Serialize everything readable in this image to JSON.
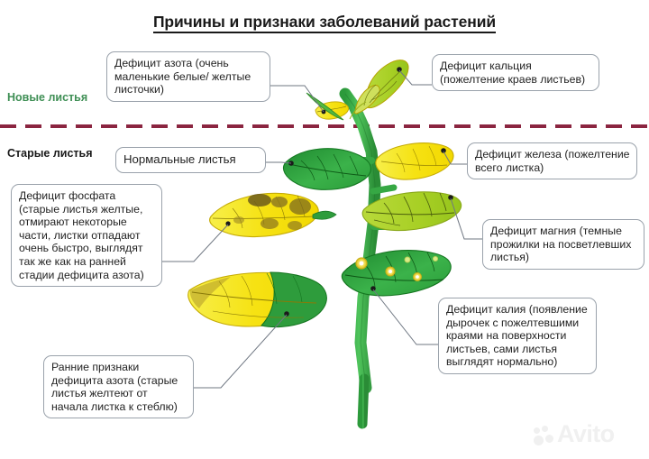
{
  "title": "Причины и признаки заболеваний растений",
  "sections": {
    "new_leaves_label": "Новые листья",
    "old_leaves_label": "Старые листья"
  },
  "colors": {
    "new_leaves_label": "#3f8f55",
    "old_leaves_label": "#1a1a1a",
    "divider": "#8b2540",
    "callout_border": "#9aa2ab",
    "stem_green": "#35a845",
    "leaf_dark_green": "#2e9c3c",
    "leaf_yellow": "#f5e010",
    "leaf_chartreuse": "#aad02a",
    "leaf_necrosis_brown": "#7d6b1f",
    "watermark": "#f0f0f0"
  },
  "callouts": {
    "nitrogen_new": "Дефицит азота (очень маленькие белые/ желтые листочки)",
    "calcium": "Дефицит кальция (пожелтение краев листьев)",
    "normal": "Нормальные листья",
    "iron": "Дефицит железа (пожелтение всего листка)",
    "phosphate": "Дефицит фосфата (старые листья желтые, отмирают некоторые части, листки отпадают очень быстро, выглядят так же как на ранней стадии дефицита азота)",
    "magnesium": "Дефицит магния (темные прожилки на посветлевших листья)",
    "potassium": "Дефицит калия (появление дырочек с пожелтевшими краями на поверхности листьев, сами листья выглядят нормально)",
    "nitrogen_old": "Ранние признаки дефицита азота (старые листья желтеют от начала листка к стеблю)"
  },
  "watermark": {
    "text": "Avito"
  }
}
